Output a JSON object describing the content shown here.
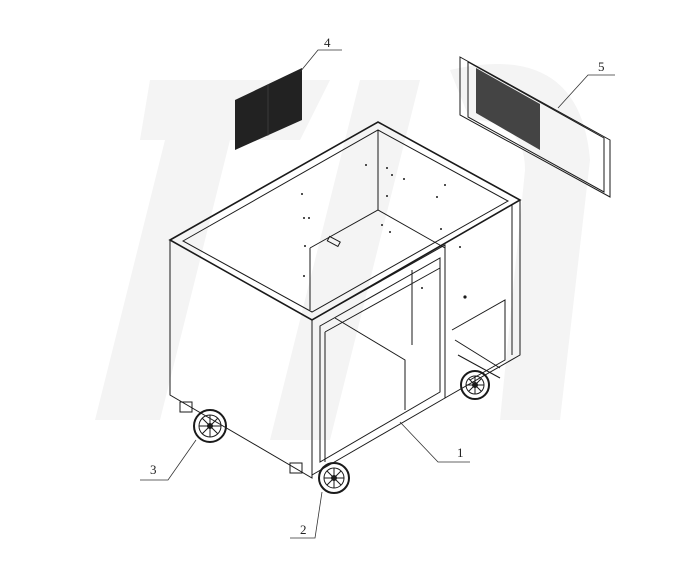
{
  "diagram": {
    "type": "exploded isometric assembly drawing",
    "subject": "mobile cabinet / cart on casters with removable panels",
    "colors": {
      "line": "#1a1a1a",
      "background": "#ffffff",
      "watermark": "#f3f3f3",
      "grille": "#222222"
    },
    "callouts": [
      {
        "id": "1",
        "label": "1",
        "part": "cabinet-body-frame"
      },
      {
        "id": "2",
        "label": "2",
        "part": "front-caster"
      },
      {
        "id": "3",
        "label": "3",
        "part": "left-caster"
      },
      {
        "id": "4",
        "label": "4",
        "part": "louvered-grille-panel"
      },
      {
        "id": "5",
        "label": "5",
        "part": "perforated-side-panel"
      }
    ]
  }
}
